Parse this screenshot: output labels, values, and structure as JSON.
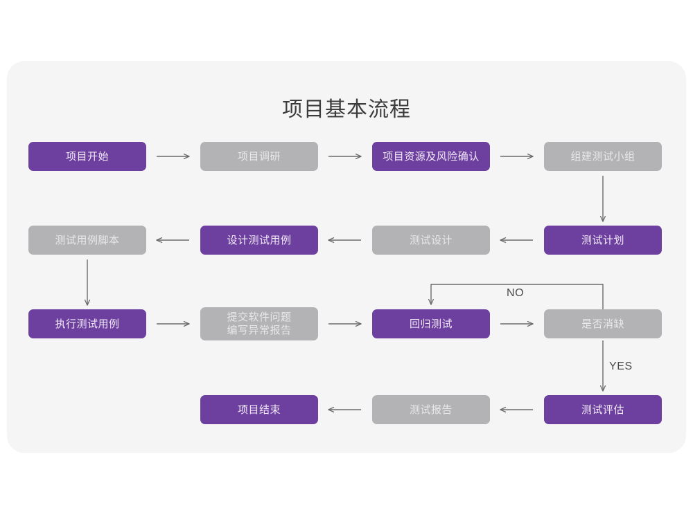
{
  "page": {
    "background": "#ffffff",
    "card_background": "#f5f5f5"
  },
  "title": "项目基本流程",
  "colors": {
    "purple": "#6d3f9e",
    "gray": "#b3b3b5",
    "purple_text": "#f0e9f7",
    "gray_text": "#e8e8ea",
    "connector": "#6b6b6b",
    "title_text": "#3c3c3c"
  },
  "nodes": [
    {
      "id": "project-start",
      "label": "项目开始",
      "style": "purple",
      "row": 1,
      "col": 1
    },
    {
      "id": "project-research",
      "label": "项目调研",
      "style": "gray",
      "row": 1,
      "col": 2
    },
    {
      "id": "resource-risk",
      "label": "项目资源及风险确认",
      "style": "purple",
      "row": 1,
      "col": 3
    },
    {
      "id": "build-test-team",
      "label": "组建测试小组",
      "style": "gray",
      "row": 1,
      "col": 4
    },
    {
      "id": "test-case-script",
      "label": "测试用例脚本",
      "style": "gray",
      "row": 2,
      "col": 1
    },
    {
      "id": "design-test-case",
      "label": "设计测试用例",
      "style": "purple",
      "row": 2,
      "col": 2
    },
    {
      "id": "test-design",
      "label": "测试设计",
      "style": "gray",
      "row": 2,
      "col": 3
    },
    {
      "id": "test-plan",
      "label": "测试计划",
      "style": "purple",
      "row": 2,
      "col": 4
    },
    {
      "id": "execute-test-case",
      "label": "执行测试用例",
      "style": "purple",
      "row": 3,
      "col": 1
    },
    {
      "id": "submit-issue-report",
      "label": "提交软件问题\n编写异常报告",
      "style": "gray",
      "row": 3,
      "col": 2
    },
    {
      "id": "regression-test",
      "label": "回归测试",
      "style": "purple",
      "row": 3,
      "col": 3
    },
    {
      "id": "defect-cleared",
      "label": "是否消缺",
      "style": "gray",
      "row": 3,
      "col": 4
    },
    {
      "id": "project-end",
      "label": "项目结束",
      "style": "purple",
      "row": 4,
      "col": 2
    },
    {
      "id": "test-report",
      "label": "测试报告",
      "style": "gray",
      "row": 4,
      "col": 3
    },
    {
      "id": "test-evaluation",
      "label": "测试评估",
      "style": "purple",
      "row": 4,
      "col": 4
    }
  ],
  "edge_labels": {
    "no": "NO",
    "yes": "YES"
  }
}
